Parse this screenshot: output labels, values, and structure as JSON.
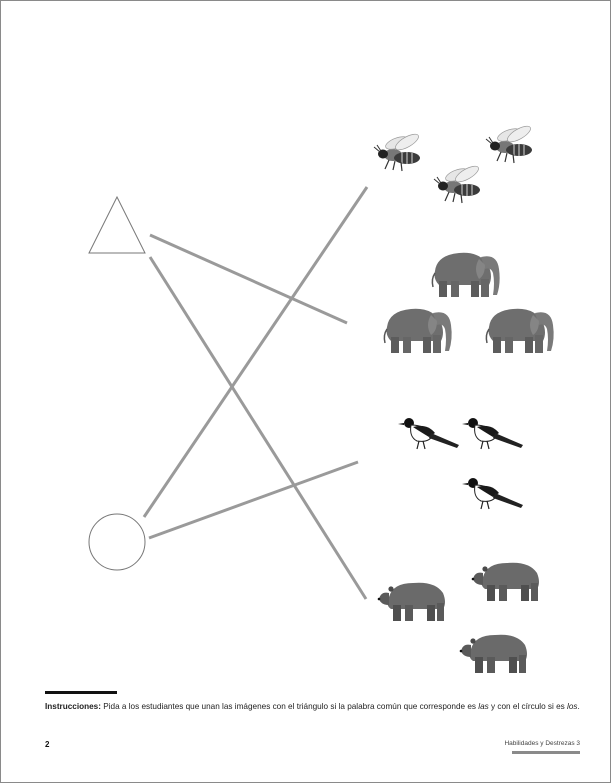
{
  "instructions": {
    "label": "Instrucciones:",
    "text_1": " Pida a los estudiantes que unan las imágenes con el triángulo si la palabra común que corresponde es ",
    "word_las": "las",
    "text_2": " y con el círculo si es ",
    "word_los": "los",
    "text_3": "."
  },
  "footer": {
    "page_number": "2",
    "book_title": "Habilidades y Destrezas 3"
  },
  "shapes": [
    "triangle",
    "circle"
  ],
  "pictures": [
    "bees-picture",
    "elephants-picture",
    "magpies-picture",
    "bears-picture"
  ],
  "connections": [
    {
      "from": "triangle",
      "to": "elephants-picture"
    },
    {
      "from": "triangle",
      "to": "bears-picture"
    },
    {
      "from": "circle",
      "to": "bees-picture"
    },
    {
      "from": "circle",
      "to": "magpies-picture"
    }
  ]
}
